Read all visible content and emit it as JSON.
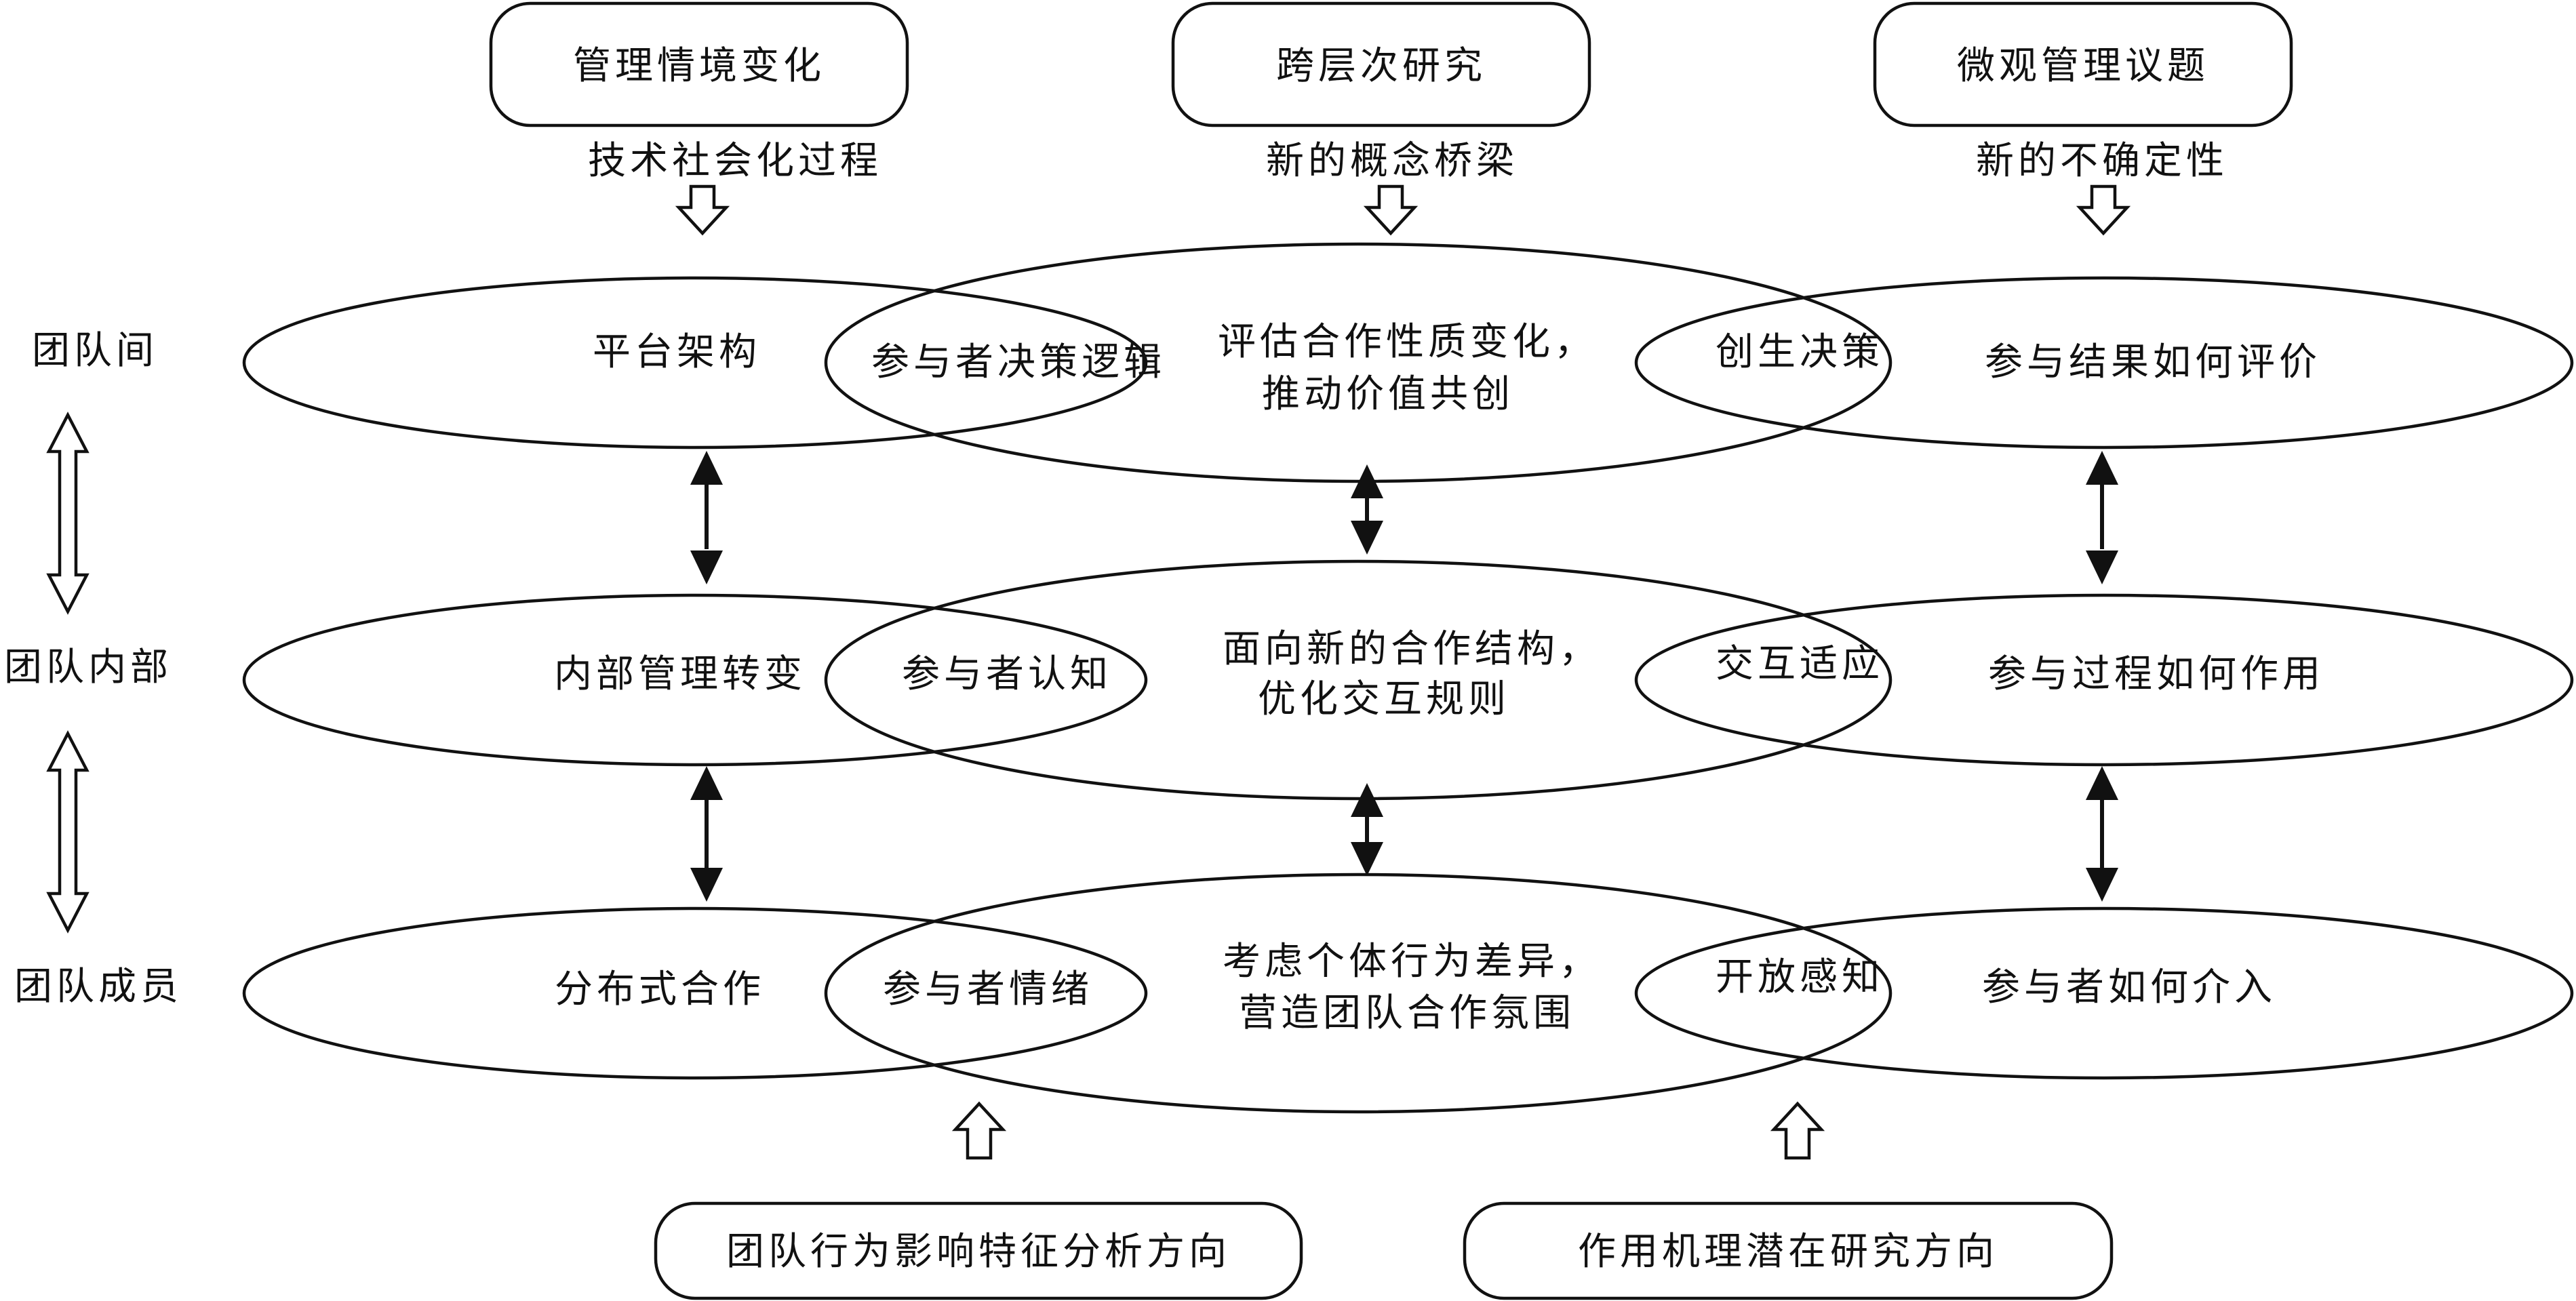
{
  "top": {
    "boxes": [
      "管理情境变化",
      "跨层次研究",
      "微观管理议题"
    ],
    "captions": [
      "技术社会化过程",
      "新的概念桥梁",
      "新的不确定性"
    ]
  },
  "levels": [
    "团队间",
    "团队内部",
    "团队成员"
  ],
  "rows": [
    {
      "left": "平台架构",
      "overlap_left": "参与者决策逻辑",
      "center": [
        "评估合作性质变化，",
        "推动价值共创"
      ],
      "overlap_right": "创生决策",
      "right": "参与结果如何评价"
    },
    {
      "left": "内部管理转变",
      "overlap_left": "参与者认知",
      "center": [
        "面向新的合作结构，",
        "优化交互规则"
      ],
      "overlap_right": "交互适应",
      "right": "参与过程如何作用"
    },
    {
      "left": "分布式合作",
      "overlap_left": "参与者情绪",
      "center": [
        "考虑个体行为差异，",
        "营造团队合作氛围"
      ],
      "overlap_right": "开放感知",
      "right": "参与者如何介入"
    }
  ],
  "bottom": {
    "boxes": [
      "团队行为影响特征分析方向",
      "作用机理潜在研究方向"
    ]
  }
}
